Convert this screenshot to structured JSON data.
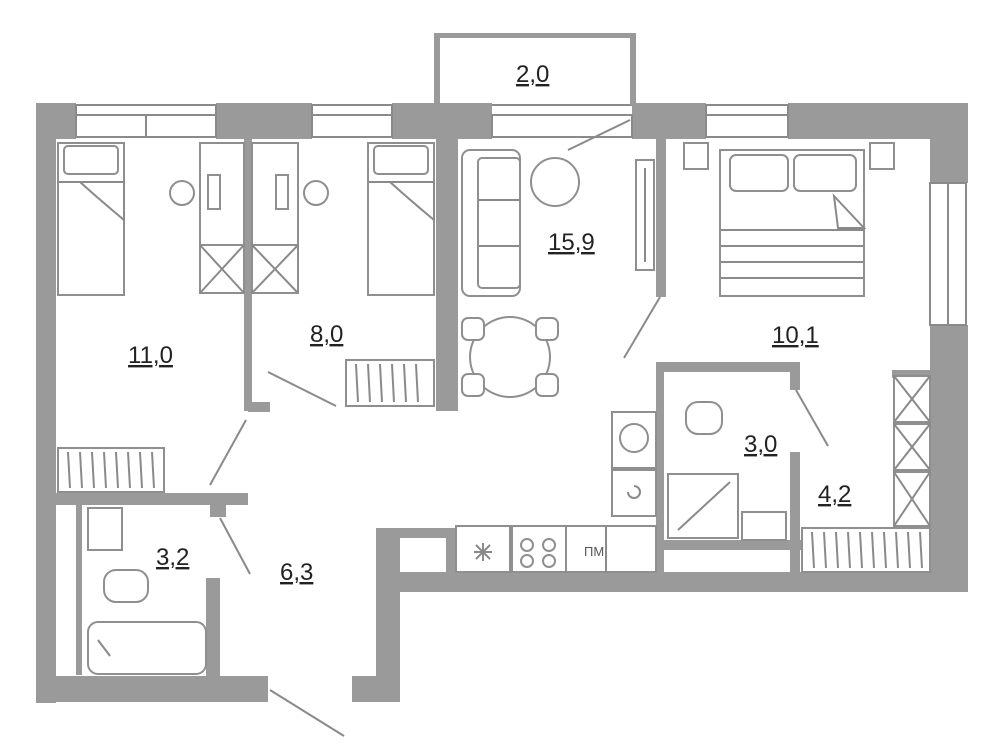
{
  "rooms": [
    {
      "id": "balcony",
      "area": "2,0"
    },
    {
      "id": "bedroom-left",
      "area": "11,0"
    },
    {
      "id": "bedroom-middle",
      "area": "8,0"
    },
    {
      "id": "living-kitchen",
      "area": "15,9"
    },
    {
      "id": "master-bedroom",
      "area": "10,1"
    },
    {
      "id": "shower-room",
      "area": "3,0"
    },
    {
      "id": "wardrobe",
      "area": "4,2"
    },
    {
      "id": "bathroom",
      "area": "3,2"
    },
    {
      "id": "hallway",
      "area": "6,3"
    }
  ],
  "appliances": {
    "dishwasher_label": "ПМ"
  },
  "colors": {
    "wall": "#9a9a9a",
    "line": "#8a8a8a",
    "text": "#222222"
  }
}
